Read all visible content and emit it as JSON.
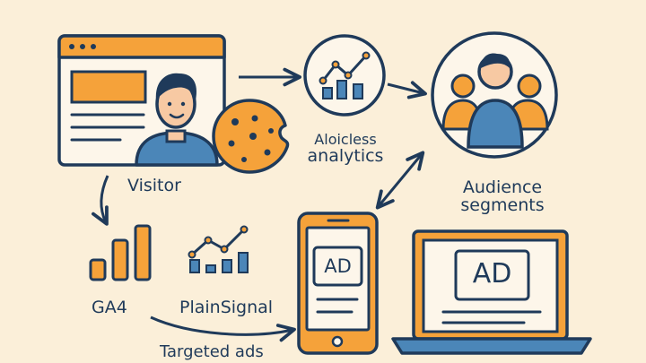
{
  "labels": {
    "visitor": "Visitor",
    "cookieless_line1": "Aloicless",
    "cookieless_line2": "analytics",
    "audience_line1": "Audience",
    "audience_line2": "segments",
    "ga4": "GA4",
    "plainsignal": "PlainSignal",
    "targeted_ads": "Targeted ads",
    "phone_ad": "AD",
    "laptop_ad": "AD"
  },
  "colors": {
    "background": "#fbefd9",
    "navy": "#1f3a5a",
    "orange": "#f5a23a",
    "blue": "#4b86b8",
    "skin": "#f7c9a3"
  },
  "icons": [
    "browser-window-icon",
    "visitor-avatar-icon",
    "cookie-icon",
    "analytics-chart-icon",
    "audience-group-icon",
    "ga4-bar-chart-icon",
    "plainsignal-chart-icon",
    "smartphone-icon",
    "laptop-icon"
  ]
}
